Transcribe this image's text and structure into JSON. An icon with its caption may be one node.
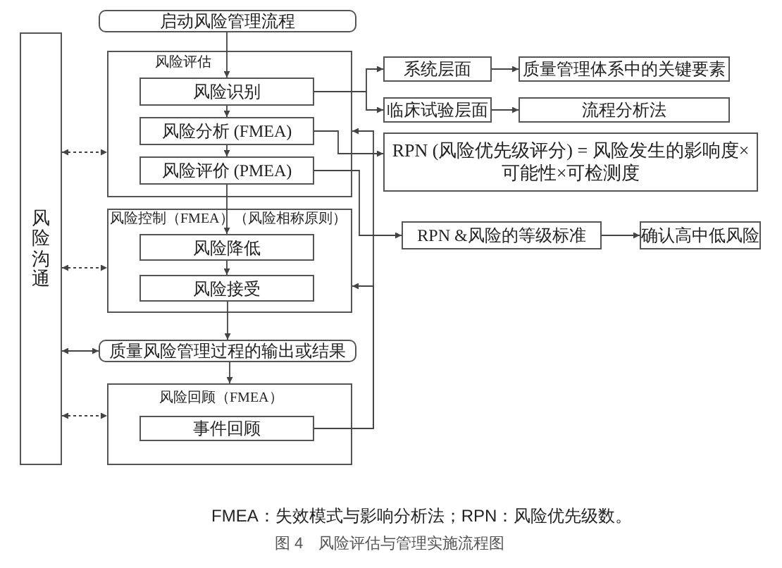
{
  "diagram": {
    "caption": "图 4　风险评估与管理实施流程图",
    "nodes": [
      {
        "text": [
          "启动风险管理流程"
        ]
      },
      {
        "text": [
          "风险沟通"
        ]
      },
      {
        "text": [
          "风险评估"
        ]
      },
      {
        "text": [
          "风险识别"
        ],
        "in": 2
      },
      {
        "text": [
          "风险分析 (FMEA)"
        ],
        "in": 2
      },
      {
        "text": [
          "风险评价 (PMEA)"
        ],
        "in": 2
      },
      {
        "text": [
          "风险控制（FMEA）（风险相称原则）"
        ]
      },
      {
        "text": [
          "风险降低"
        ],
        "in": 6
      },
      {
        "text": [
          "风险接受"
        ],
        "in": 6
      },
      {
        "text": [
          "质量风险管理过程的输出或结果"
        ]
      },
      {
        "text": [
          "风险回顾（FMEA）"
        ]
      },
      {
        "text": [
          "事件回顾"
        ],
        "in": 10
      },
      {
        "text": [
          "系统层面"
        ]
      },
      {
        "text": [
          "质量管理体系中的关键要素"
        ]
      },
      {
        "text": [
          "临床试验层面"
        ]
      },
      {
        "text": [
          "流程分析法"
        ]
      },
      {
        "text": [
          "RPN (风险优先级评分) = 风险发生的影响度×可能性×可检测度"
        ]
      },
      {
        "text": [
          "RPN &风险的等级标准"
        ]
      },
      {
        "text": [
          "确认高中低风险"
        ]
      }
    ],
    "edges": [
      {
        "from": 0,
        "to": 3,
        "arrow": "to"
      },
      {
        "from": 3,
        "to": 4,
        "arrow": "to"
      },
      {
        "from": 4,
        "to": 5,
        "arrow": "to"
      },
      {
        "from": 5,
        "to": 7,
        "arrow": "to"
      },
      {
        "from": 7,
        "to": 8,
        "arrow": "to"
      },
      {
        "from": 8,
        "to": 9,
        "arrow": "to"
      },
      {
        "from": 9,
        "to": 10,
        "arrow": "to"
      },
      {
        "from": 3,
        "to": 12,
        "arrow": "to"
      },
      {
        "from": 3,
        "to": 14,
        "arrow": "to"
      },
      {
        "from": 12,
        "to": 13,
        "arrow": "to"
      },
      {
        "from": 14,
        "to": 15,
        "arrow": "to"
      },
      {
        "from": 4,
        "to": 16,
        "arrow": "to"
      },
      {
        "from": 5,
        "to": 17,
        "arrow": "to"
      },
      {
        "from": 17,
        "to": 18,
        "arrow": "to"
      },
      {
        "from": 11,
        "to": 6,
        "arrow": "to"
      },
      {
        "from": 11,
        "to": 2,
        "arrow": "to"
      },
      {
        "from": 1,
        "to": 2,
        "arrow": "both",
        "style": "dashed"
      },
      {
        "from": 1,
        "to": 6,
        "arrow": "both",
        "style": "dashed"
      },
      {
        "from": 1,
        "to": 9,
        "arrow": "both"
      },
      {
        "from": 1,
        "to": 10,
        "arrow": "both",
        "style": "dashed"
      }
    ],
    "labels": [
      "FMEA：失效模式与影响分析法；RPN：风险优先级数。"
    ]
  }
}
